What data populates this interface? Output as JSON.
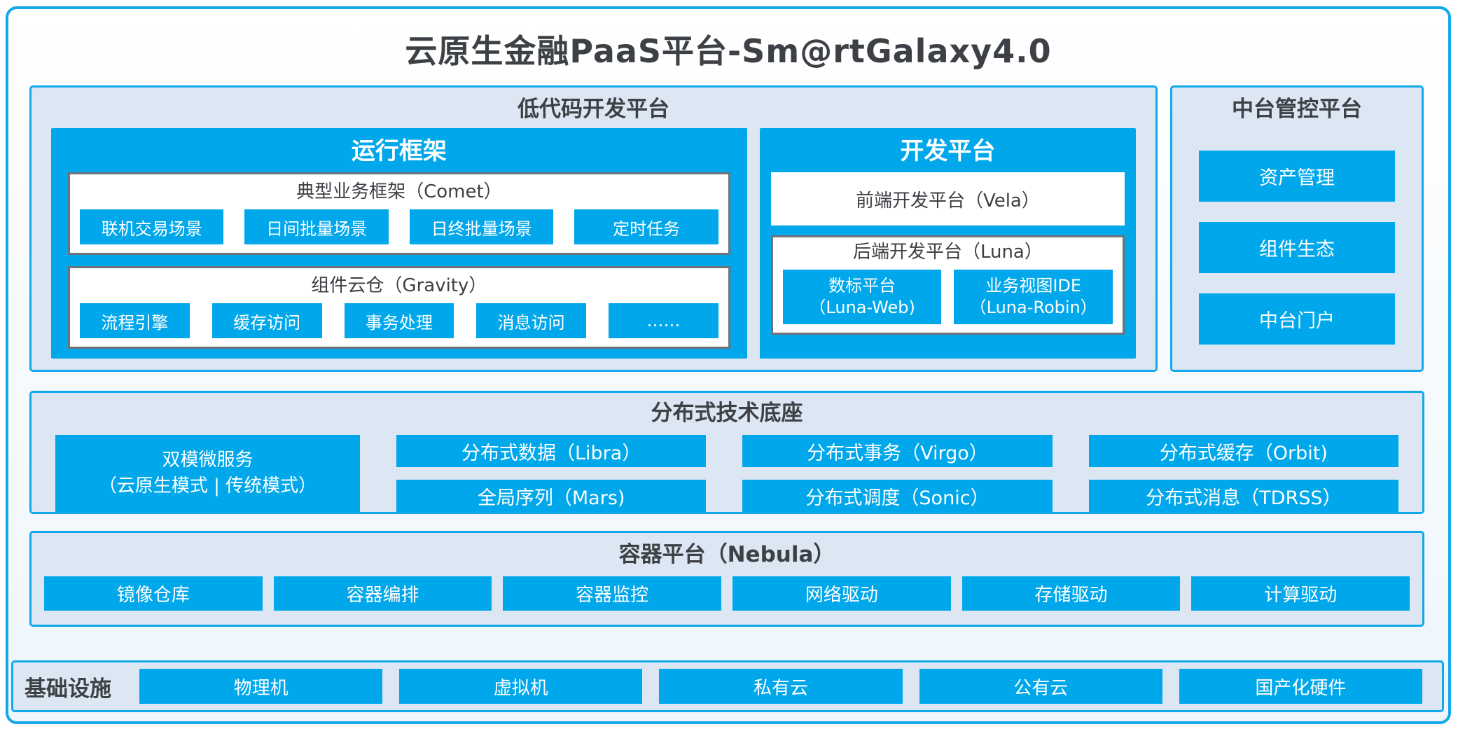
{
  "title": "云原生金融PaaS平台-Sm@rtGalaxy4.0",
  "colors": {
    "accent": "#00a7ea",
    "border_blue": "#12a8ea",
    "panel_bg": "#dde7f3",
    "text_dark": "#3d4145",
    "gray_border": "#6d7378"
  },
  "low_code": {
    "title": "低代码开发平台",
    "runtime": {
      "title": "运行框架",
      "comet": {
        "title": "典型业务框架（Comet）",
        "items": [
          "联机交易场景",
          "日间批量场景",
          "日终批量场景",
          "定时任务"
        ]
      },
      "gravity": {
        "title": "组件云仓（Gravity）",
        "items": [
          "流程引擎",
          "缓存访问",
          "事务处理",
          "消息访问",
          "……"
        ]
      }
    },
    "dev": {
      "title": "开发平台",
      "vela": "前端开发平台（Vela）",
      "luna": {
        "title": "后端开发平台（Luna）",
        "items": [
          {
            "line1": "数标平台",
            "line2": "（Luna-Web)"
          },
          {
            "line1": "业务视图IDE",
            "line2": "（Luna-Robin）"
          }
        ]
      }
    }
  },
  "mid_platform": {
    "title": "中台管控平台",
    "items": [
      "资产管理",
      "组件生态",
      "中台门户"
    ]
  },
  "distributed": {
    "title": "分布式技术底座",
    "dual_mode": {
      "line1": "双模微服务",
      "line2": "（云原生模式 | 传统模式）"
    },
    "grid": [
      [
        "分布式数据（Libra）",
        "分布式事务（Virgo）",
        "分布式缓存（Orbit)"
      ],
      [
        "全局序列（Mars)",
        "分布式调度（Sonic）",
        "分布式消息（TDRSS）"
      ]
    ]
  },
  "container": {
    "title": "容器平台（Nebula）",
    "items": [
      "镜像仓库",
      "容器编排",
      "容器监控",
      "网络驱动",
      "存储驱动",
      "计算驱动"
    ]
  },
  "infrastructure": {
    "title": "基础设施",
    "items": [
      "物理机",
      "虚拟机",
      "私有云",
      "公有云",
      "国产化硬件"
    ]
  }
}
